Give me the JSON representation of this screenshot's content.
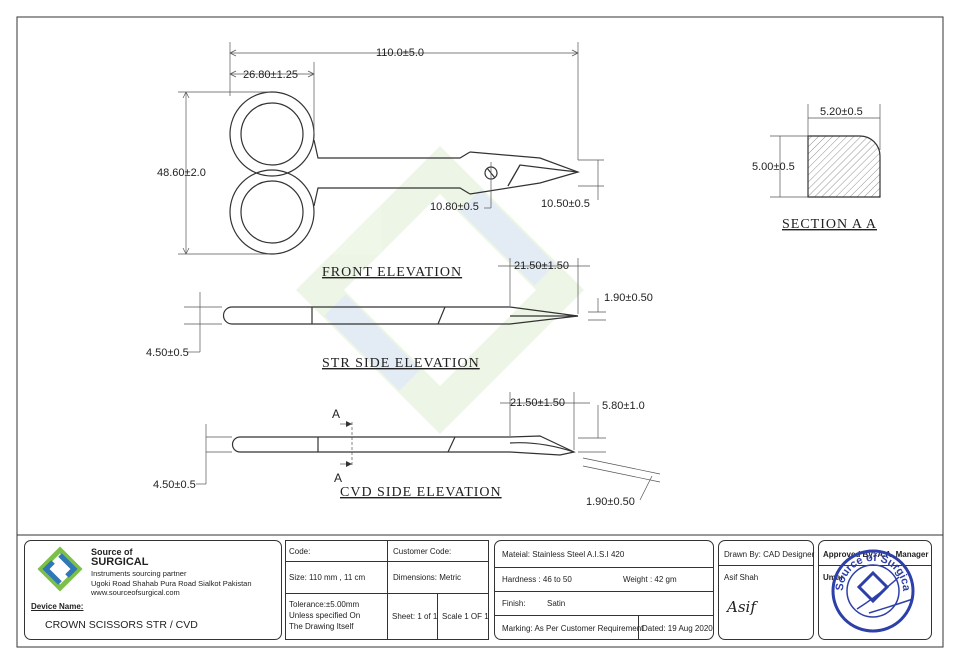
{
  "drawing": {
    "views": {
      "front": "FRONT ELEVATION",
      "str": "STR SIDE ELEVATION",
      "cvd": "CVD SIDE ELEVATION",
      "section": "SECTION A A"
    },
    "section_marker": "A",
    "dimensions": {
      "overall_length": "110.0±5.0",
      "ring_width": "26.80±1.25",
      "height": "48.60±2.0",
      "pivot": "10.80±0.5",
      "tip": "10.50±0.5",
      "str_blade_len": "21.50±1.50",
      "str_tip": "1.90±0.50",
      "str_thickness": "4.50±0.5",
      "cvd_blade_len": "21.50±1.50",
      "cvd_curve": "5.80±1.0",
      "cvd_thickness": "4.50±0.5",
      "cvd_tip": "1.90±0.50",
      "section_width": "5.20±0.5",
      "section_height": "5.00±0.5"
    }
  },
  "title_block": {
    "company": {
      "line1": "Source of",
      "line2": "SURGICAL",
      "tagline": "Instruments sourcing partner",
      "address": "Ugoki Road Shahab Pura Road Sialkot Pakistan",
      "website": "www.sourceofsurgical.com"
    },
    "device_name_label": "Device Name:",
    "device_name": "CROWN SCISSORS STR / CVD",
    "code_label": "Code:",
    "size": "Size:  110 mm , 11 cm",
    "tolerance_1": "Tolerance:±5.00mm",
    "tolerance_2": "Unless specified On",
    "tolerance_3": "The Drawing Itself",
    "customer_code_label": "Customer Code:",
    "dimensions_label": "Dimensions: Metric",
    "sheet": "Sheet: 1 of 1",
    "scale": "Scale 1 OF 1",
    "material": "Mateial: Stainless Steel A.I.S.I 420",
    "hardness": "Hardness :  46 to 50",
    "weight": "Weight : 42 gm",
    "finish_label": "Finish:",
    "finish": "Satin",
    "marking": "Marking: As Per Customer Requirement",
    "dated": "Dated: 19 Aug 2020",
    "drawn_by": "Drawn By: CAD Designer",
    "drawn_name": "Asif Shah",
    "signature": "Asif",
    "approved_by": "Approved By: A.A. Manager",
    "approved_name": "Umar",
    "stamp": "Source of Surgical",
    "colors": {
      "logo_blue": "#2f77b5",
      "logo_green": "#7cc04a",
      "stamp_blue": "#2d3fa8"
    }
  }
}
